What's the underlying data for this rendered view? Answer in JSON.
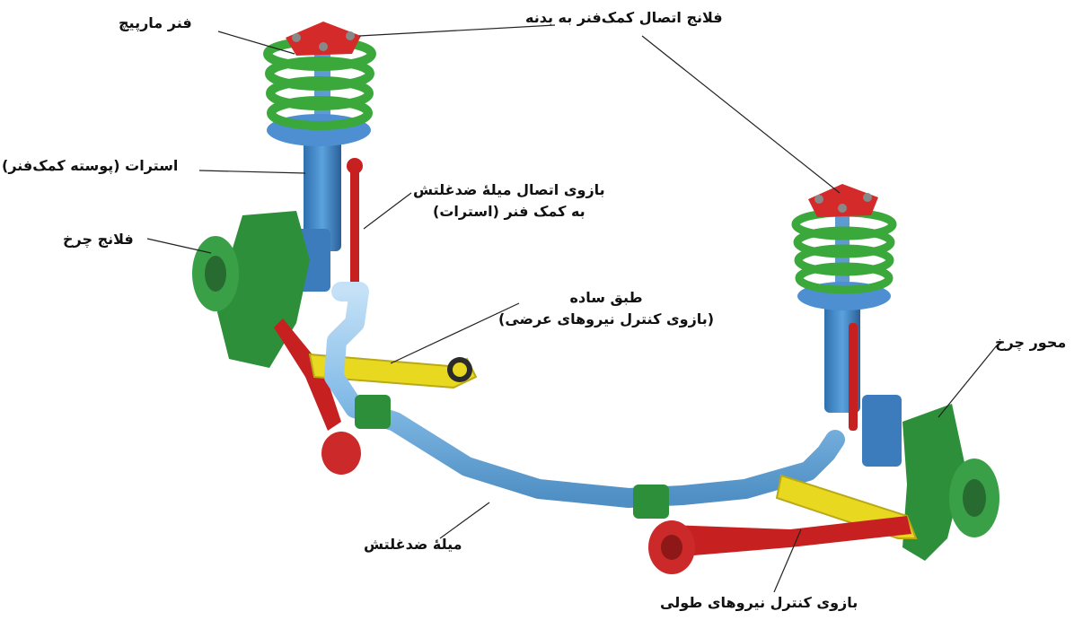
{
  "labels": {
    "coil_spring": "فنر مارپیچ",
    "strut_mount_flange": "فلانج اتصال کمک‌فنر به بدنه",
    "strut": "استرات (پوسته کمک‌فنر)",
    "stabilizer_link_line1": "بازوی اتصال میلهٔ ضدغلتش",
    "stabilizer_link_line2": "به کمک فنر (استرات)",
    "wheel_flange": "فلانج چرخ",
    "control_arm_line1": "طبق ساده",
    "control_arm_line2": "(بازوی کنترل نیروهای عرضی)",
    "wheel_axle": "محور چرخ",
    "stabilizer_bar": "میلهٔ ضدغلتش",
    "trailing_arm": "بازوی کنترل نیروهای طولی"
  },
  "colors": {
    "spring": "#3aa83a",
    "strut": "#3f86c9",
    "mount": "#d42a2a",
    "knuckle": "#2e8f3a",
    "arm": "#e8d820",
    "bar": "#8fc2ec",
    "link": "#c62020",
    "leader": "#222222"
  }
}
